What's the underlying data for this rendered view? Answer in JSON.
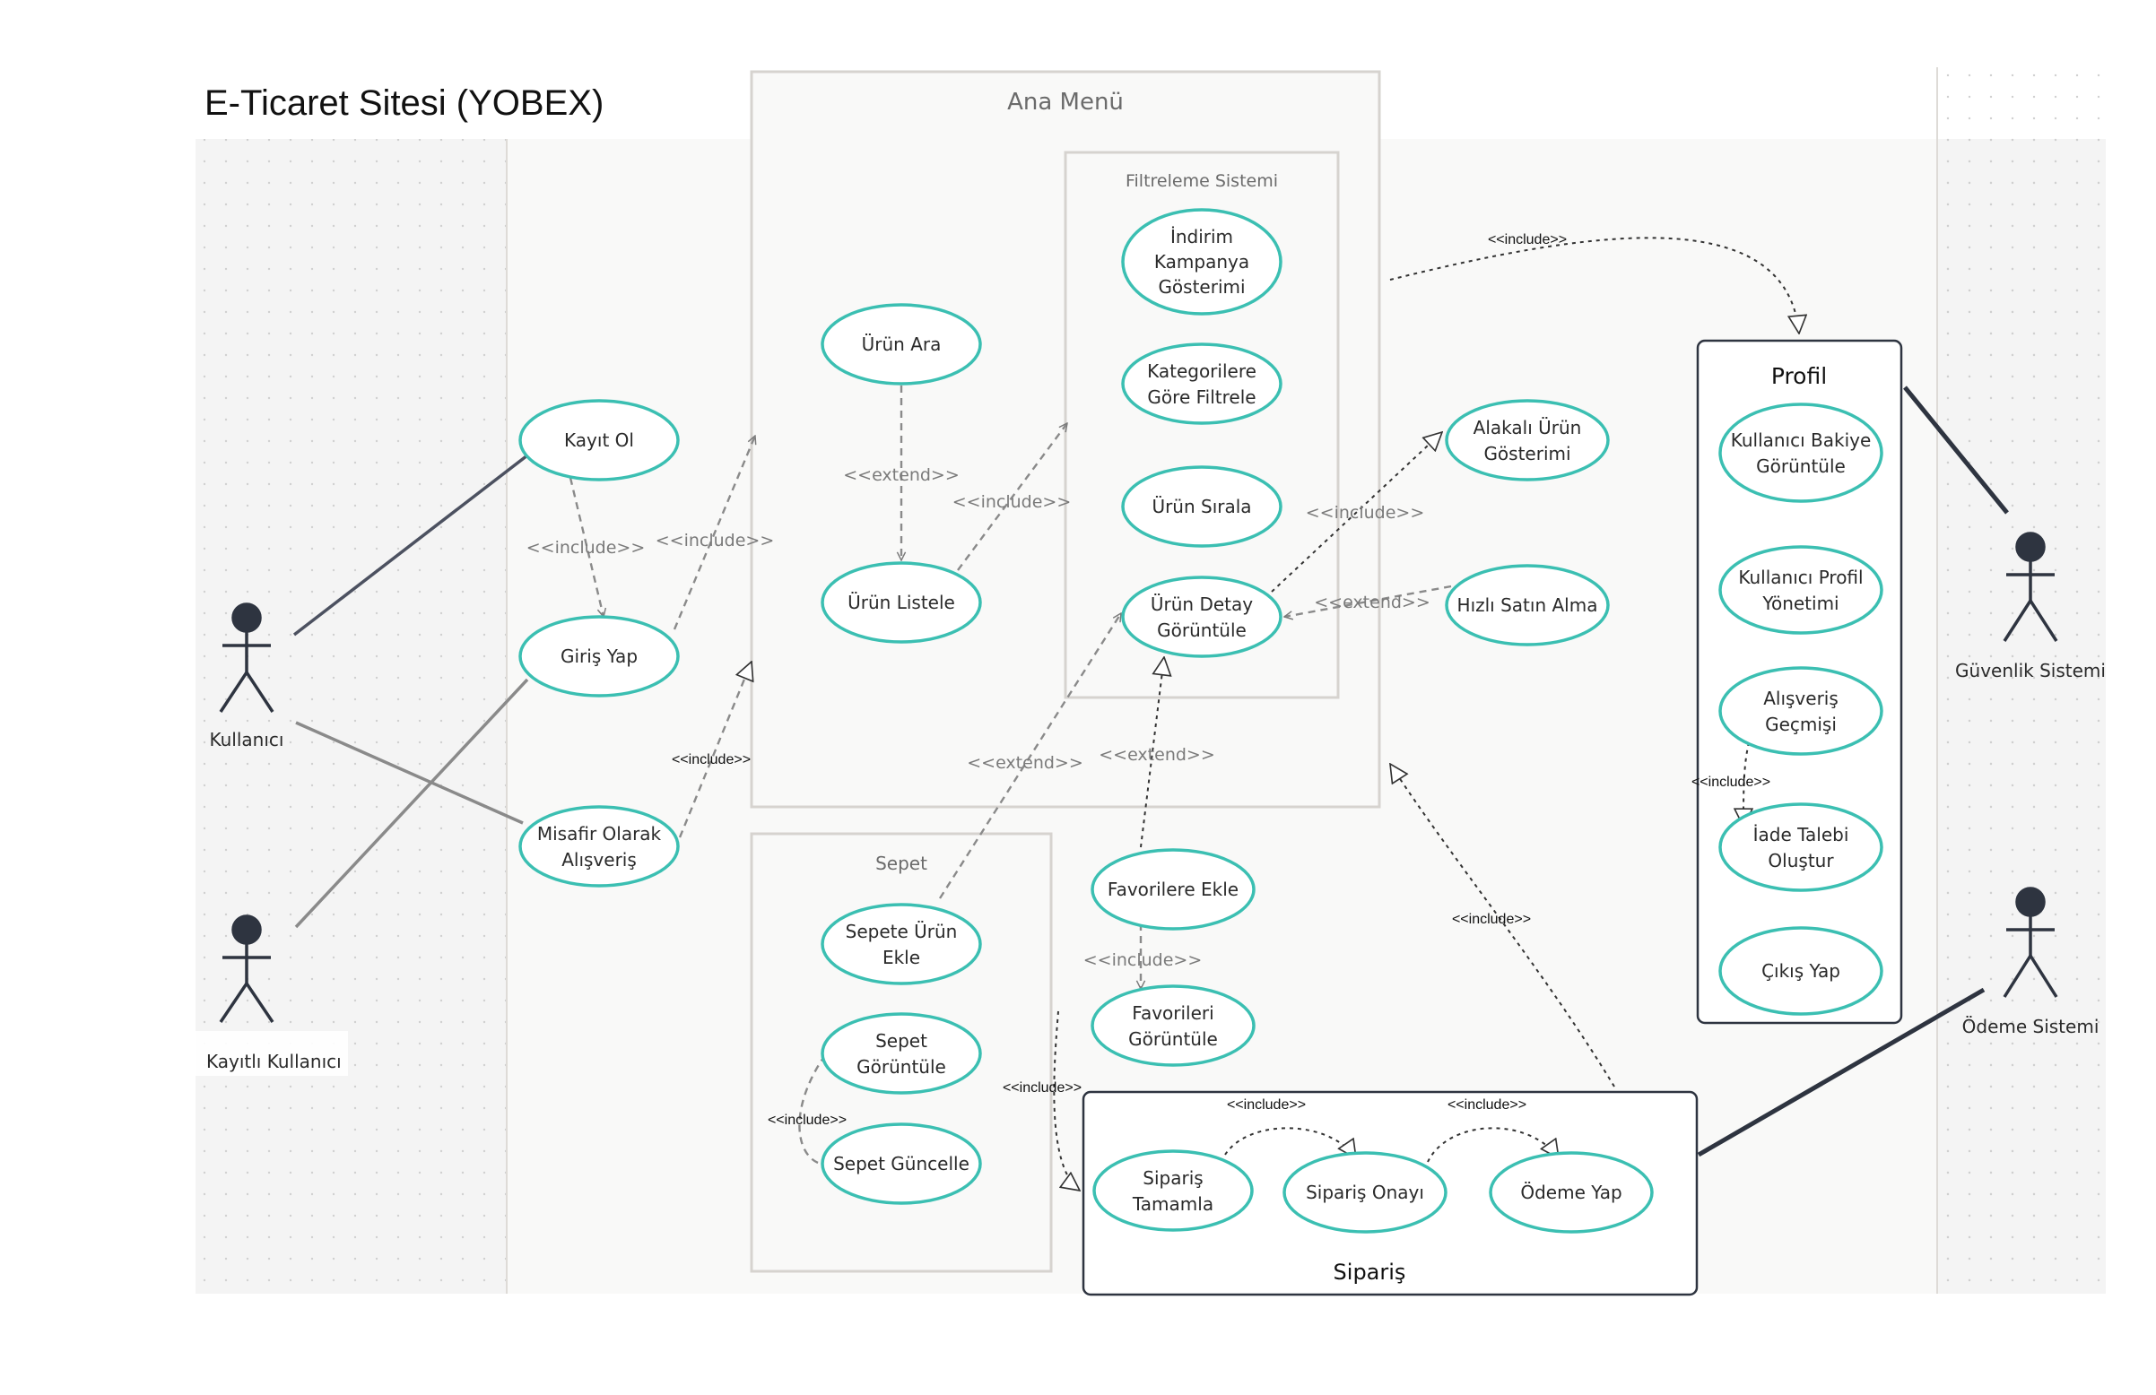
{
  "title": "E-Ticaret Sitesi (YOBEX)",
  "colors": {
    "accent": "#3bbfb2",
    "actor": "#2e3440",
    "line": "#52565e",
    "dashed": "#8a8a8a",
    "box_border": "#d6d3cf",
    "grid_bg": "#f5f5f5"
  },
  "boxes": {
    "ana_menu": "Ana Menü",
    "filtreleme": "Filtreleme Sistemi",
    "sepet": "Sepet",
    "profil": "Profil",
    "siparis": "Sipariş"
  },
  "actors": {
    "kullanici": "Kullanıcı",
    "kayitli_kullanici": "Kayıtlı Kullanıcı",
    "guvenlik_sistemi": "Güvenlik Sistemi",
    "odeme_sistemi": "Ödeme Sistemi"
  },
  "use_cases": {
    "kayit_ol": [
      "Kayıt Ol"
    ],
    "giris_yap": [
      "Giriş Yap"
    ],
    "misafir": [
      "Misafir Olarak",
      "Alışveriş"
    ],
    "urun_ara": [
      "Ürün Ara"
    ],
    "urun_listele": [
      "Ürün Listele"
    ],
    "indirim": [
      "İndirim",
      "Kampanya",
      "Gösterimi"
    ],
    "kategori": [
      "Kategorilere",
      "Göre Filtrele"
    ],
    "urun_sirala": [
      "Ürün Sırala"
    ],
    "urun_detay": [
      "Ürün Detay",
      "Görüntüle"
    ],
    "alakali": [
      "Alakalı Ürün",
      "Gösterimi"
    ],
    "hizli": [
      "Hızlı Satın Alma"
    ],
    "favorilere_ekle": [
      "Favorilere Ekle"
    ],
    "favorileri_goruntule": [
      "Favorileri",
      "Görüntüle"
    ],
    "sepete_ekle": [
      "Sepete Ürün",
      "Ekle"
    ],
    "sepet_goruntule": [
      "Sepet",
      "Görüntüle"
    ],
    "sepet_guncelle": [
      "Sepet Güncelle"
    ],
    "siparis_tamamla": [
      "Sipariş",
      "Tamamla"
    ],
    "siparis_onayi": [
      "Sipariş Onayı"
    ],
    "odeme_yap": [
      "Ödeme Yap"
    ],
    "bakiye": [
      "Kullanıcı Bakiye",
      "Görüntüle"
    ],
    "profil_yonetimi": [
      "Kullanıcı Profil",
      "Yönetimi"
    ],
    "alisveris_gecmisi": [
      "Alışveriş",
      "Geçmişi"
    ],
    "iade": [
      "İade Talebi",
      "Oluştur"
    ],
    "cikis": [
      "Çıkış Yap"
    ]
  },
  "relations": {
    "include": "<<include>>",
    "extend": "<<extend>>"
  }
}
